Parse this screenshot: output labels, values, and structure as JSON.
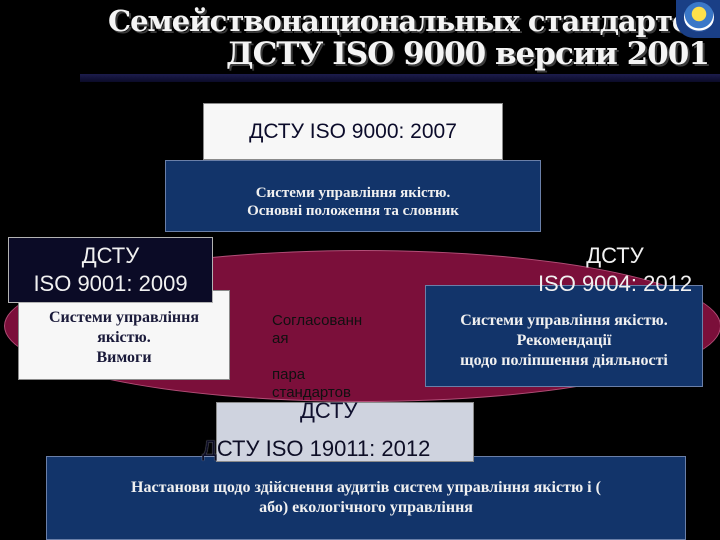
{
  "title": {
    "line1": "Семействонациональных стандартов",
    "line2": "ДСТУ ISO 9000 версии 2001"
  },
  "logo": {
    "icon": "emblem-icon"
  },
  "standards": {
    "iso9000": {
      "code": "ДСТУ ISO 9000: 2007",
      "desc_1": "Системи управління якістю.",
      "desc_2": "Основні положення та словник"
    },
    "iso9001": {
      "code_1": "ДСТУ",
      "code_2": "ISO 9001: 2009",
      "desc_1": "Системи управління",
      "desc_2": "якістю.",
      "desc_3": "Вимоги"
    },
    "iso9004": {
      "code_1": "ДСТУ",
      "code_2": "ISO 9004: 2012",
      "desc_1": "Системи управління якістю.",
      "desc_2": "Рекомендації",
      "desc_3": "щодо поліпшення діяльності"
    },
    "iso19011": {
      "code_1": "ДСТУ",
      "code_2": "ДСТУ ISO 19011: 2012",
      "desc_1": "Настанови щодо здійснення аудитів систем управління якістю і (",
      "desc_2": "або) екологічного управління"
    }
  },
  "consistent_pair": {
    "line1": "Согласованн",
    "line2": "ая",
    "line3": "пара",
    "line4": "стандартов"
  },
  "colors": {
    "background": "#000000",
    "dark_box": "#12346a",
    "ellipse": "#7b0f3a",
    "light_box": "#f7f7f7"
  }
}
